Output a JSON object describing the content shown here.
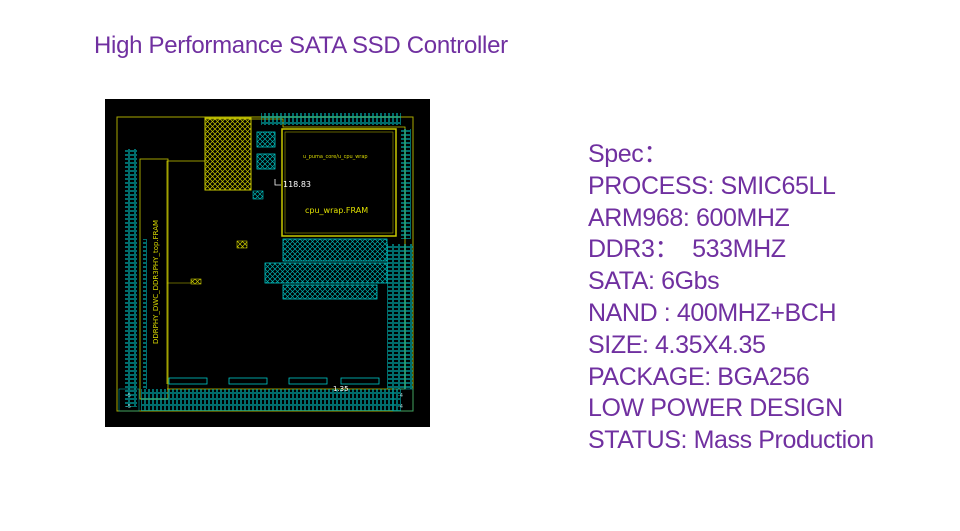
{
  "title": "High Performance SATA SSD Controller",
  "layout": {
    "cpu_block_label": "cpu_wrap.FRAM",
    "cpu_sub_label": "u_puma_core/u_cpu_wrap",
    "ddr_label": "DDRPHY_DWC_DDR3PHY_top.FRAM",
    "dimension_label": "118.83",
    "bottom_label": "1.35",
    "corner_labels": [
      "-5",
      "-4",
      "-5",
      "-4"
    ]
  },
  "spec": {
    "heading": "Spec：",
    "lines": [
      "PROCESS: SMIC65LL",
      "ARM968: 600MHZ",
      "DDR3：  533MHZ",
      "SATA: 6Gbs",
      "NAND : 400MHZ+BCH",
      "SIZE: 4.35X4.35",
      "PACKAGE: BGA256",
      "LOW POWER DESIGN",
      "STATUS: Mass Production"
    ]
  },
  "colors": {
    "accent": "#7030a0",
    "layout_bg": "#000000",
    "cell_yellow": "#d6d600",
    "cell_cyan": "#00c8c8"
  }
}
